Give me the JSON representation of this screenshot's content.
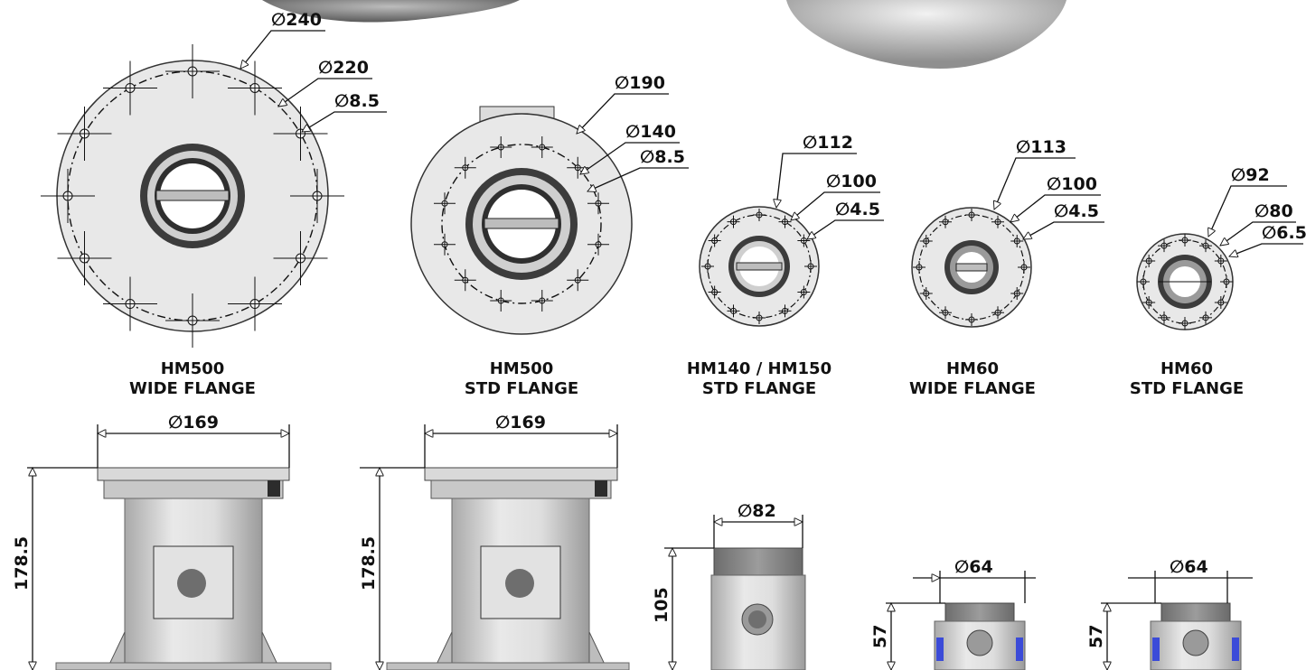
{
  "views": {
    "hm500_wide": {
      "line1": "HM500",
      "line2": "WIDE FLANGE",
      "dia_outer": "∅240",
      "dia_bolt": "∅220",
      "dia_hole": "∅8.5"
    },
    "hm500_std": {
      "line1": "HM500",
      "line2": "STD FLANGE",
      "dia_outer": "∅190",
      "dia_bolt": "∅140",
      "dia_hole": "∅8.5"
    },
    "hm140_std": {
      "line1": "HM140 / HM150",
      "line2": "STD FLANGE",
      "dia_outer": "∅112",
      "dia_bolt": "∅100",
      "dia_hole": "∅4.5"
    },
    "hm60_wide": {
      "line1": "HM60",
      "line2": "WIDE FLANGE",
      "dia_outer": "∅113",
      "dia_bolt": "∅100",
      "dia_hole": "∅4.5"
    },
    "hm60_std": {
      "line1": "HM60",
      "line2": "STD FLANGE",
      "dia_outer": "∅92",
      "dia_bolt": "∅80",
      "dia_hole": "∅6.5"
    }
  },
  "side_views": {
    "hm500_wide": {
      "width": "∅169",
      "height": "178.5"
    },
    "hm500_std": {
      "width": "∅169",
      "height": "178.5"
    },
    "hm140_std": {
      "width": "∅82",
      "height": "105"
    },
    "hm60_wide": {
      "width": "∅64",
      "height": "57"
    },
    "hm60_std": {
      "width": "∅64",
      "height": "57"
    }
  },
  "colors": {
    "line": "#111111",
    "part_fill": "#e6e6e6",
    "part_dark": "#8a8a8a",
    "accent_blue": "#3b4bd8"
  }
}
